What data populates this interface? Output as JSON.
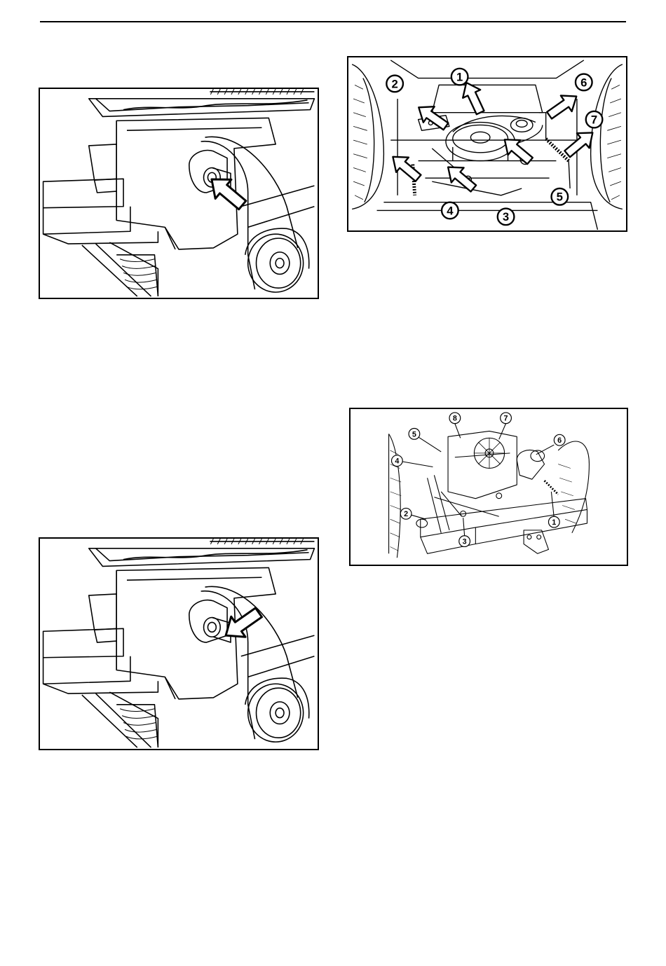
{
  "figures": [
    {
      "id": "fig1",
      "kind": "illustration",
      "description_name": "belt-on-pulley-arrow-in",
      "callouts": []
    },
    {
      "id": "fig2",
      "kind": "illustration",
      "callouts": [
        "1",
        "2",
        "3",
        "4",
        "5",
        "6",
        "7"
      ]
    },
    {
      "id": "fig3",
      "kind": "illustration",
      "callouts": [
        "1",
        "2",
        "3",
        "4",
        "5",
        "6",
        "7",
        "8"
      ]
    },
    {
      "id": "fig4",
      "kind": "illustration",
      "callouts": []
    }
  ]
}
